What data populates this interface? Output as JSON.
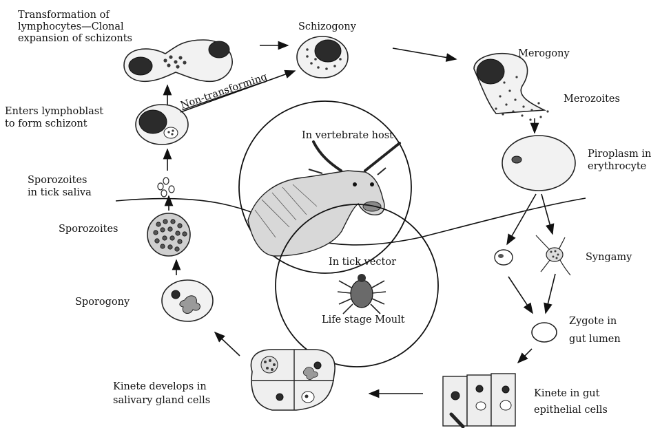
{
  "diagram": {
    "labels": {
      "transformation": [
        "Transformation of",
        "lymphocytes—Clonal",
        "expansion of schizonts"
      ],
      "schizogony": "Schizogony",
      "non_transforming": "Non-transforming",
      "merogony": "Merogony",
      "merozoites": "Merozoites",
      "enters_lymphoblast": [
        "Enters lymphoblast",
        "to form schizont"
      ],
      "vertebrate_host": "In vertebrate host",
      "piroplasm": [
        "Piroplasm in",
        "erythrocyte"
      ],
      "sporozoites_saliva": [
        "Sporozoites",
        "in tick saliva"
      ],
      "sporozoites": "Sporozoites",
      "tick_vector": "In tick vector",
      "syngamy": "Syngamy",
      "sporogony": "Sporogony",
      "life_stage": "Life stage Moult",
      "zygote": [
        "Zygote in",
        "gut lumen"
      ],
      "kinete_salivary": [
        "Kinete develops in",
        "salivary gland cells"
      ],
      "kinete_gut": [
        "Kinete in gut",
        "epithelial cells"
      ]
    }
  }
}
